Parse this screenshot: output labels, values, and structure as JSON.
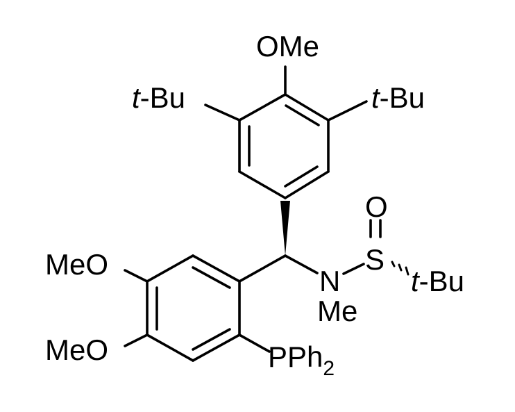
{
  "molecule": {
    "labels": {
      "ome_top": "OMe",
      "tbu_left": "Bu",
      "tbu_right": "Bu",
      "tbu_sulfinyl": "Bu",
      "t_prefix": "t",
      "dash": "-",
      "meo_upper": "MeO",
      "meo_lower": "MeO",
      "oxygen": "O",
      "sulfur": "S",
      "nitrogen": "N",
      "n_methyl": "Me",
      "phosphine": "PPh",
      "phosphine_subscript": "2"
    },
    "atoms": [
      "O",
      "S",
      "N",
      "P",
      "C"
    ],
    "colors": {
      "ink": "#000000",
      "background": "#ffffff"
    }
  }
}
